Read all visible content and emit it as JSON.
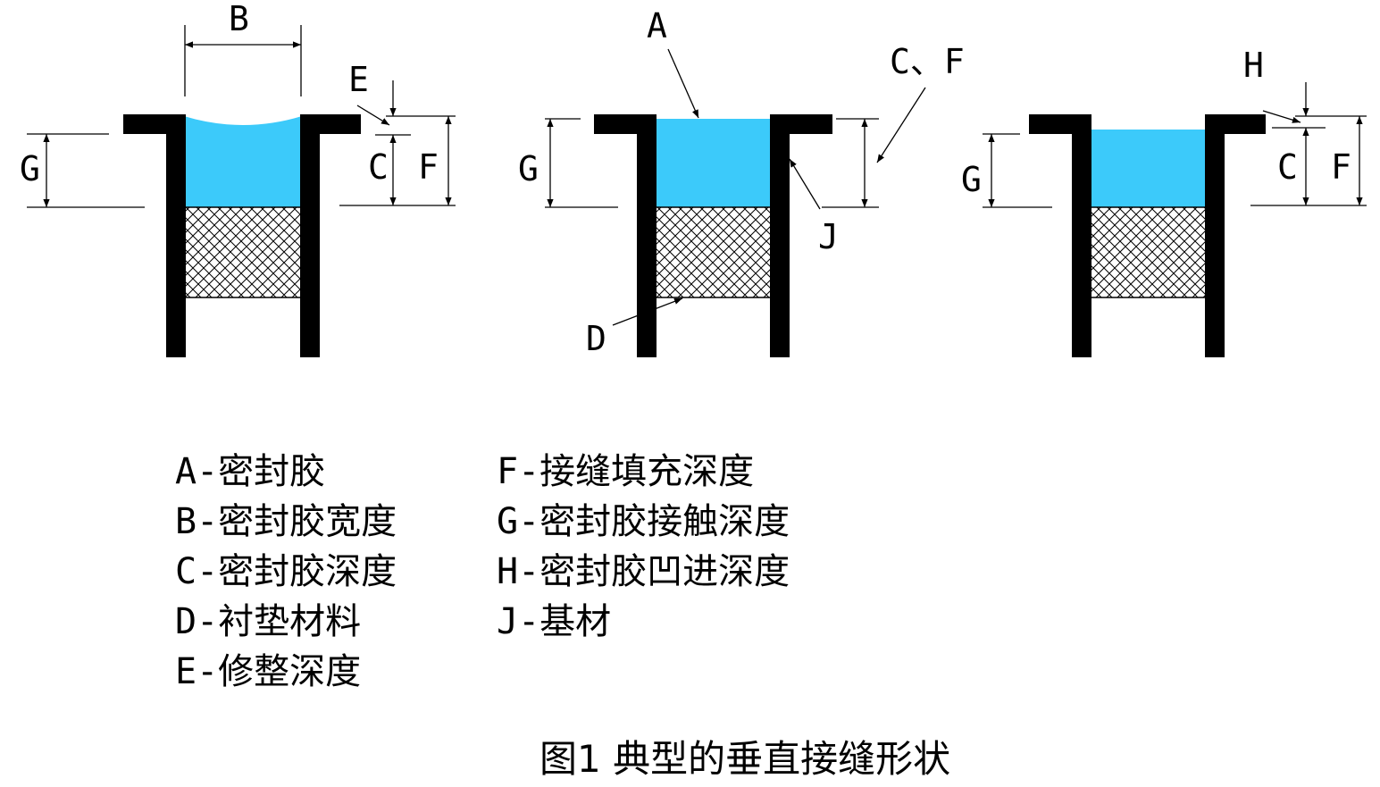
{
  "labels": {
    "A": "A",
    "B": "B",
    "C": "C",
    "D": "D",
    "E": "E",
    "F": "F",
    "G": "G",
    "H": "H",
    "J": "J",
    "CF": "C、F"
  },
  "legend": {
    "left": [
      "A-密封胶",
      "B-密封胶宽度",
      "C-密封胶深度",
      "D-衬垫材料",
      "E-修整深度"
    ],
    "right": [
      "F-接缝填充深度",
      "G-密封胶接触深度",
      "H-密封胶凹进深度",
      "J-基材"
    ]
  },
  "caption": "图1 典型的垂直接缝形状",
  "colors": {
    "sealant": "#3CCAFA",
    "substrate": "#000000",
    "backing_hatch": "#000000"
  }
}
